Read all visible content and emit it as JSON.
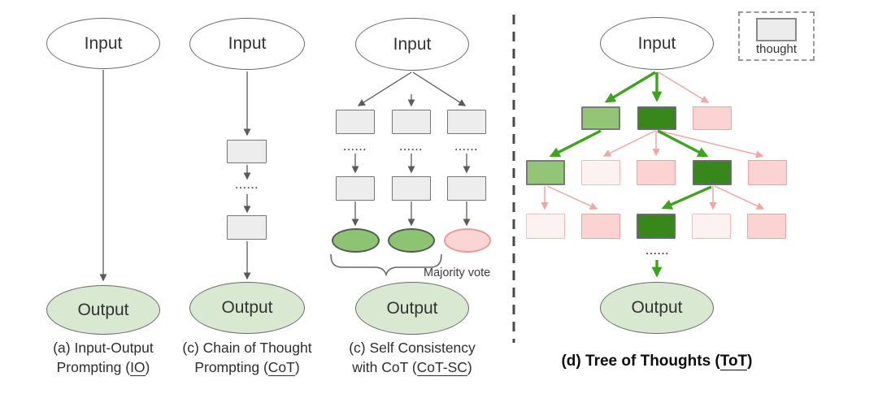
{
  "panels": {
    "io": {
      "input_label": "Input",
      "output_label": "Output",
      "caption_line1": "(a) Input-Output",
      "caption_line2_pre": "Prompting (",
      "caption_abbr": "IO",
      "caption_line2_post": ")"
    },
    "cot": {
      "input_label": "Input",
      "output_label": "Output",
      "dots": "......",
      "caption_line1": "(c) Chain of Thought",
      "caption_line2_pre": "Prompting (",
      "caption_abbr": "CoT",
      "caption_line2_post": ")"
    },
    "cotsc": {
      "input_label": "Input",
      "output_label": "Output",
      "dots": "......",
      "majority_vote_label": "Majority vote",
      "caption_line1": "(c) Self Consistency",
      "caption_line2_pre": "with CoT (",
      "caption_abbr": "CoT-SC",
      "caption_line2_post": ")"
    },
    "tot": {
      "input_label": "Input",
      "output_label": "Output",
      "dots": "......",
      "caption_pre": "(d) Tree of Thoughts (",
      "caption_abbr": "ToT",
      "caption_post": ")"
    }
  },
  "legend": {
    "thought_label": "thought"
  },
  "colors": {
    "output_fill": "#d9e8d0",
    "green_mid": "#92c578",
    "green_dark": "#38871b",
    "pink": "#fbd3d3",
    "pink_faint": "#fdf2f2",
    "gray_box": "#ededed",
    "arrow_gray": "#5a5a5a",
    "arrow_green": "#3ea31d",
    "arrow_pink": "#f3a6a6"
  }
}
